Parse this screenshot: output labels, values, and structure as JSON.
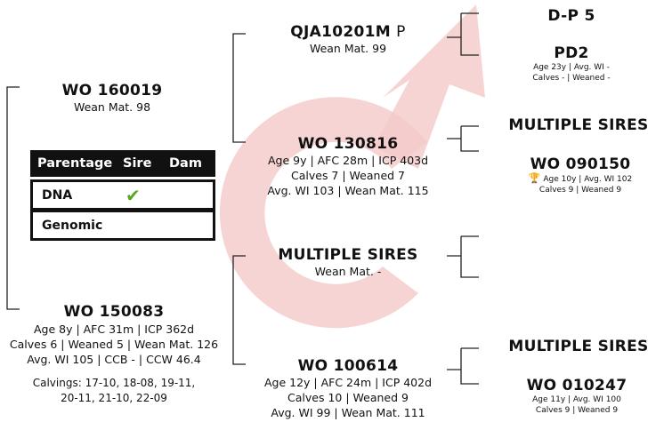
{
  "colors": {
    "arrow": "#f4c9c9",
    "check": "#55a81d",
    "trophy": "#d8a319"
  },
  "parentage": {
    "headers": [
      "Parentage",
      "Sire",
      "Dam"
    ],
    "rows": [
      {
        "label": "DNA",
        "sire_icon": "check-icon",
        "sire_mark": "✔"
      },
      {
        "label": "Genomic"
      }
    ]
  },
  "animal": {
    "name": "WO 150083",
    "lines": [
      "Age 8y | AFC 31m | ICP 362d",
      "Calves 6 | Weaned 5 | Wean Mat. 126",
      "Avg. WI 105 | CCB - | CCW 46.4"
    ],
    "calvings": [
      "Calvings: 17-10, 18-08, 19-11,",
      "20-11, 21-10, 22-09"
    ]
  },
  "sire": {
    "name": "WO 160019",
    "lines": [
      "Wean Mat. 98"
    ]
  },
  "sire_sire": {
    "name": "QJA10201M",
    "suffix": "P",
    "lines": [
      "Wean Mat. 99"
    ]
  },
  "sire_dam": {
    "name": "WO 130816",
    "lines": [
      "Age 9y | AFC 28m | ICP 403d",
      "Calves 7 | Weaned 7",
      "Avg. WI 103 | Wean Mat. 115"
    ]
  },
  "dam_sire": {
    "name": "MULTIPLE SIRES",
    "lines": [
      "Wean Mat. -"
    ]
  },
  "dam_dam": {
    "name": "WO 100614",
    "lines": [
      "Age 12y | AFC 24m | ICP 402d",
      "Calves 10 | Weaned 9",
      "Avg. WI 99 | Wean Mat. 111"
    ]
  },
  "ggp": {
    "ss_sire": {
      "name": "D-P 5"
    },
    "ss_dam": {
      "name": "PD2",
      "lines": [
        "Age 23y | Avg. WI -",
        "Calves - | Weaned -"
      ]
    },
    "sd_sire": {
      "name": "MULTIPLE SIRES"
    },
    "sd_dam": {
      "name": "WO 090150",
      "trophy": "🏆",
      "lines": [
        "Age 10y | Avg. WI 102",
        "Calves 9 | Weaned 9"
      ]
    },
    "dd_sire": {
      "name": "MULTIPLE SIRES"
    },
    "dd_dam": {
      "name": "WO 010247",
      "lines": [
        "Age 11y | Avg. WI 100",
        "Calves 9 | Weaned 9"
      ]
    }
  }
}
